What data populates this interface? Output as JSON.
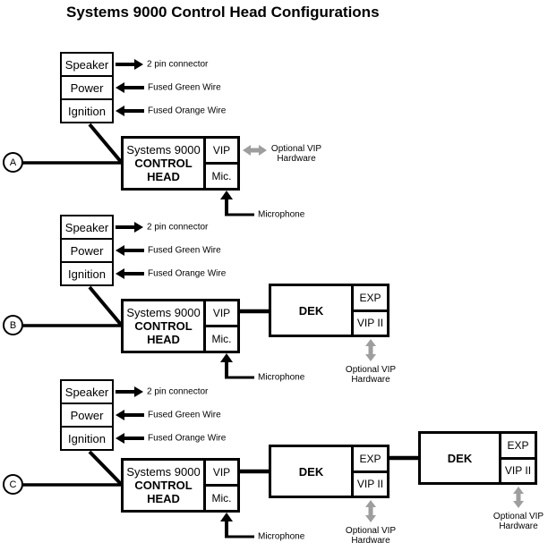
{
  "title": "Systems 9000 Control Head Configurations",
  "colors": {
    "line": "#000000",
    "gray": "#9e9e9e",
    "background": "#ffffff"
  },
  "labels": {
    "speaker": "Speaker",
    "power": "Power",
    "ignition": "Ignition",
    "two_pin_connector": "2 pin connector",
    "fused_green_wire": "Fused Green Wire",
    "fused_orange_wire": "Fused Orange Wire",
    "systems_9000": "Systems 9000",
    "control": "CONTROL",
    "head": "HEAD",
    "vip": "VIP",
    "mic": "Mic.",
    "microphone": "Microphone",
    "optional_vip_line1": "Optional VIP",
    "optional_vip_line2": "Hardware",
    "dek": "DEK",
    "exp": "EXP",
    "vip_ii": "VIP II"
  },
  "configs": [
    {
      "id": "A"
    },
    {
      "id": "B"
    },
    {
      "id": "C"
    }
  ]
}
